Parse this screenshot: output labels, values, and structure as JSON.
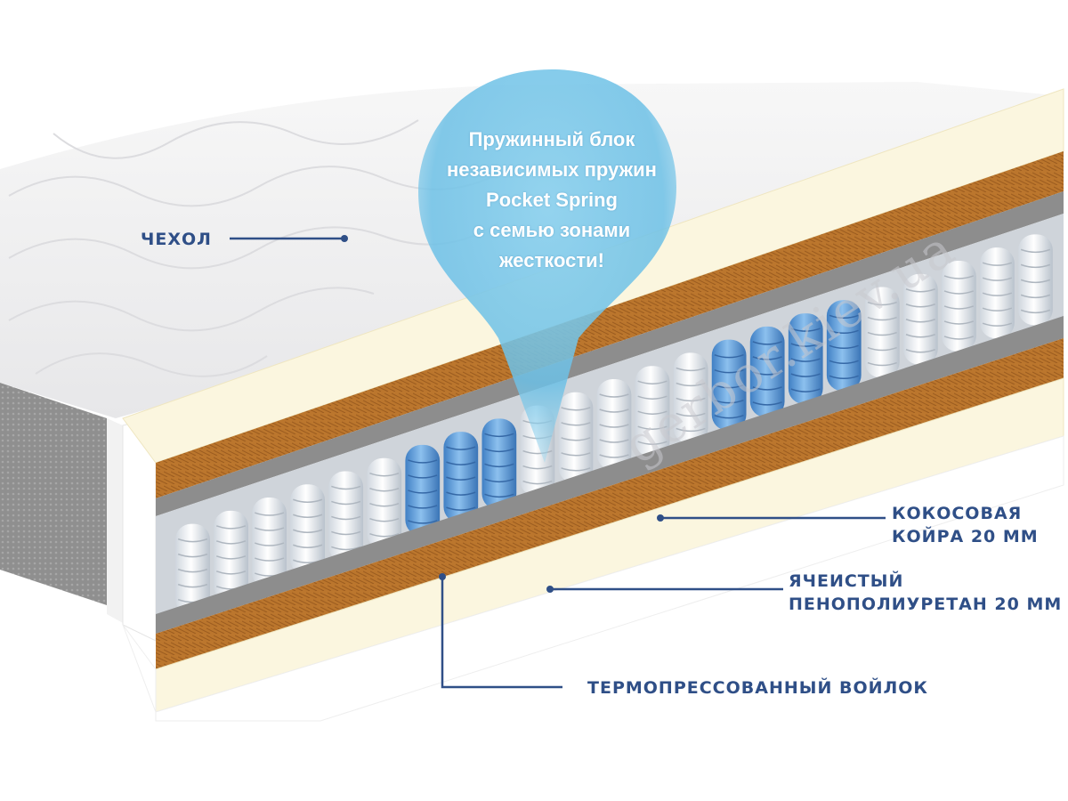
{
  "callout": {
    "line1": "Пружинный блок",
    "line2": "независимых пружин",
    "line3": "Pocket Spring",
    "line4": "с семью зонами",
    "line5": "жесткости!"
  },
  "labels": {
    "cover": "ЧЕХОЛ",
    "coir_line1": "КОКОСОВАЯ",
    "coir_line2": "КОЙРА 20 ММ",
    "foam_line1": "ЯЧЕИСТЫЙ",
    "foam_line2": "ПЕНОПОЛИУРЕТАН 20 ММ",
    "felt": "ТЕРМОПРЕССОВАННЫЙ ВОЙЛОК"
  },
  "watermark": "gerbor.kiev.ua",
  "colors": {
    "label_text": "#2f4f87",
    "leader_line": "#2f4f87",
    "coir": "#b9742b",
    "foam": "#fbf6df",
    "felt": "#8d8d8d",
    "spring_white": "#f4f6f8",
    "spring_blue": "#5a97d6",
    "callout_bubble": "#5fb7df"
  },
  "spring_zones": [
    "white",
    "blue",
    "white",
    "blue",
    "white"
  ]
}
